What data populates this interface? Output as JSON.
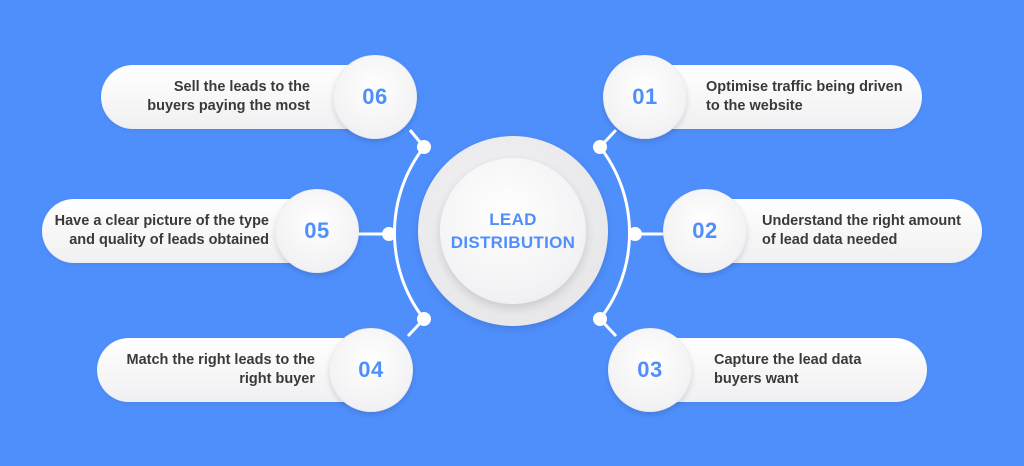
{
  "center": {
    "line1": "LEAD",
    "line2": "DISTRIBUTION"
  },
  "steps": [
    {
      "number": "01",
      "line1": "Optimise traffic being driven",
      "line2": "to the website"
    },
    {
      "number": "02",
      "line1": "Understand the right amount",
      "line2": "of lead data needed"
    },
    {
      "number": "03",
      "line1": "Capture the lead data",
      "line2": "buyers want"
    },
    {
      "number": "04",
      "line1": "Match the right leads to the",
      "line2": "right buyer"
    },
    {
      "number": "05",
      "line1": "Have a clear picture of the type",
      "line2": "and quality of leads obtained"
    },
    {
      "number": "06",
      "line1": "Sell the leads to the",
      "line2": "buyers paying the most"
    }
  ],
  "colors": {
    "background": "#4f8ffc",
    "accent": "#4f8ffc",
    "text": "#3a3a3a",
    "card": "#ffffff"
  }
}
